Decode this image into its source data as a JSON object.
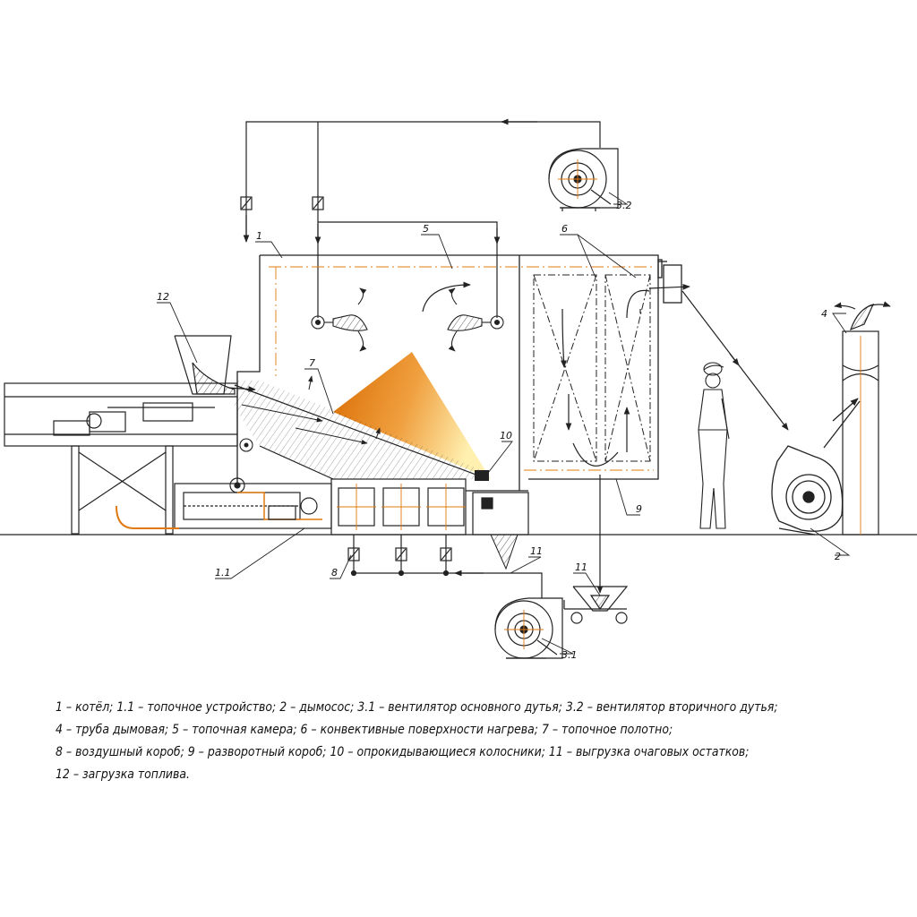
{
  "callouts": {
    "c1": "1",
    "c11": "1.1",
    "c2": "2",
    "c31": "3.1",
    "c32": "3.2",
    "c4": "4",
    "c5": "5",
    "c6": "6",
    "c7": "7",
    "c8": "8",
    "c9": "9",
    "c10": "10",
    "c11a": "11",
    "c11b": "11",
    "c12": "12"
  },
  "legend": {
    "line1": "1 – котёл; 1.1 – топочное устройство; 2 – дымосос; 3.1 – вентилятор основного дутья; 3.2 – вентилятор вторичного дутья;",
    "line2": "4 – труба дымовая; 5 – топочная камера;  6 – конвективные поверхности нагрева; 7 – топочное полотно;",
    "line3": "8 – воздушный короб; 9 – разворотный короб; 10 – опрокидывающиеся колосники; 11 – выгрузка очаговых остатков;",
    "line4": "12 – загрузка топлива."
  },
  "colors": {
    "line": "#222222",
    "accent": "#e07a10",
    "flame_light": "#fff0b0",
    "flame_dark": "#d96a00"
  }
}
